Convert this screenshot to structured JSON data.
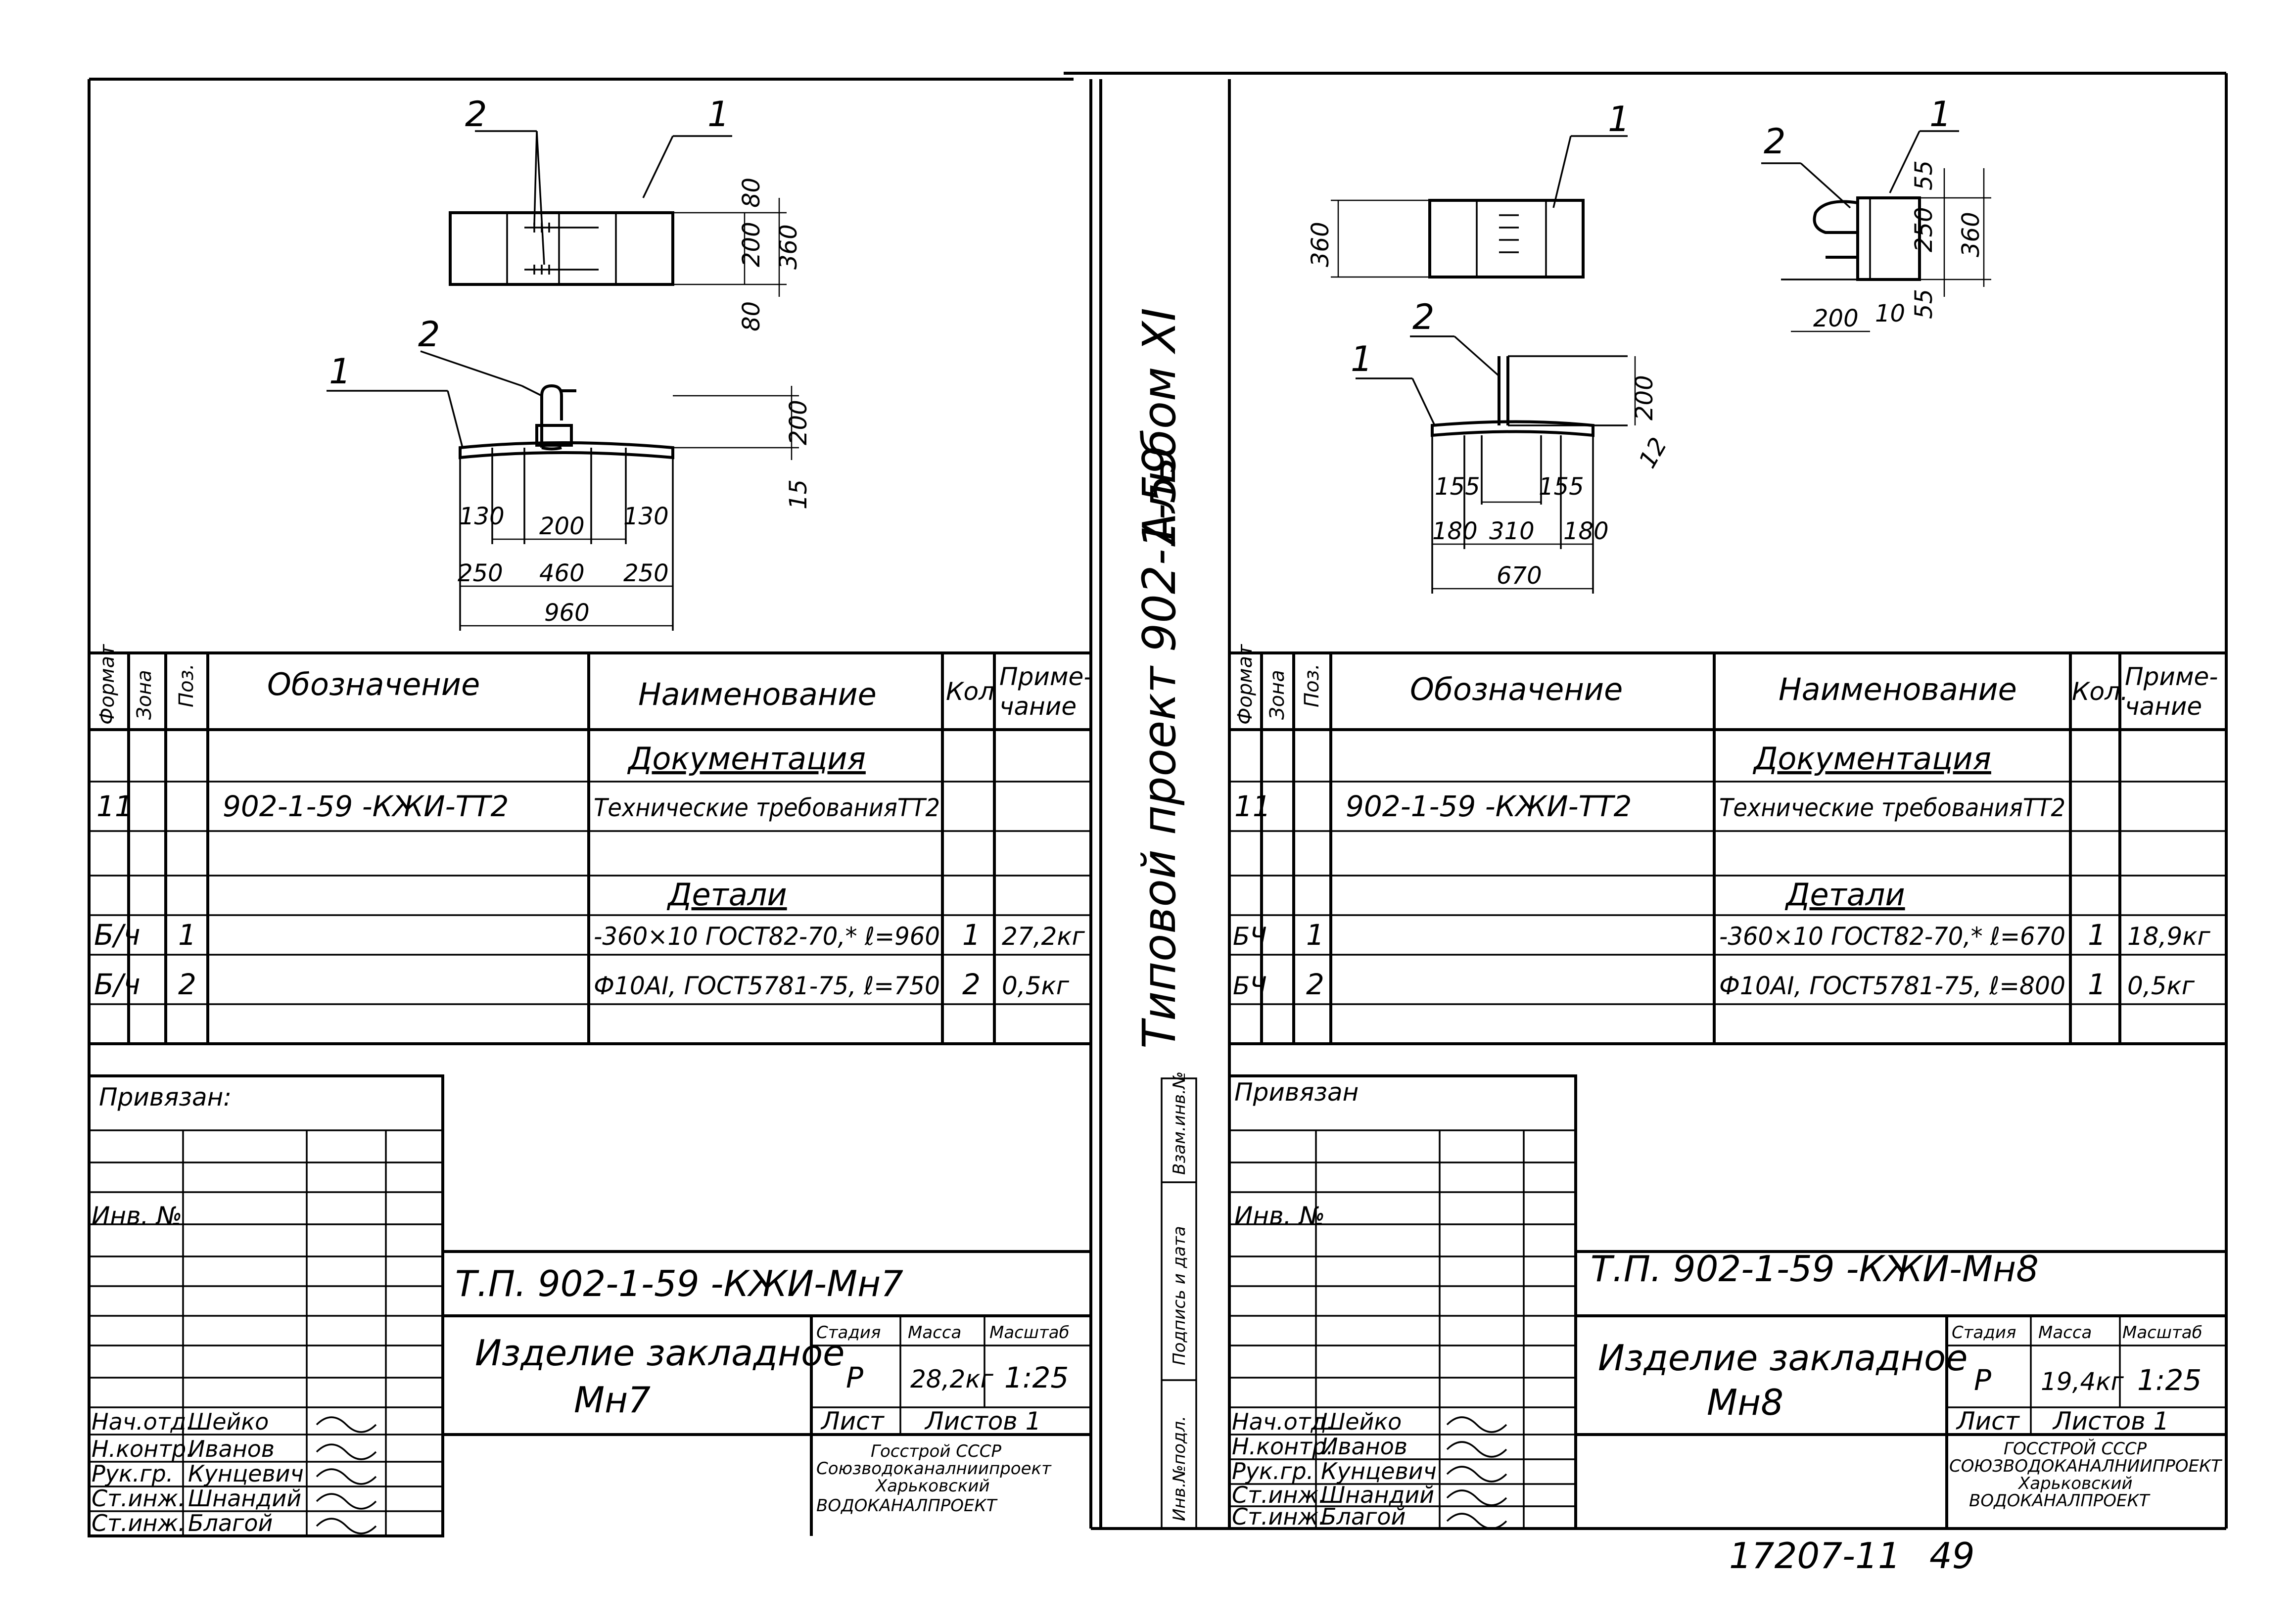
{
  "album": {
    "project_label": "Типовой проект 902-1-59",
    "album_label": "Альбом XI"
  },
  "footer": {
    "doc_number": "17207-11",
    "page": "49"
  },
  "sheets": [
    {
      "drawing": {
        "top_pos": [
          "2",
          "1"
        ],
        "top_dims": [
          "80",
          "200",
          "80",
          "360"
        ],
        "elev_pos": [
          "2",
          "1"
        ],
        "elev_dims": [
          "200",
          "15",
          "130",
          "200",
          "130",
          "250",
          "460",
          "250",
          "960"
        ]
      },
      "spec": {
        "headers": {
          "format": "Формат",
          "zone": "Зона",
          "pos": "Поз.",
          "designation": "Обозначение",
          "name": "Наименование",
          "qty": "Кол",
          "note_1": "Приме-",
          "note_2": "чание"
        },
        "section_docs": "Документация",
        "doc_row": {
          "format": "11",
          "designation": "902-1-59 -КЖИ-ТТ2",
          "name": "Технические требованияТТ2"
        },
        "section_parts": "Детали",
        "rows": [
          {
            "format": "Б/ч",
            "pos": "1",
            "name": "-360×10 ГОСТ82-70,* ℓ=960",
            "qty": "1",
            "note": "27,2кг"
          },
          {
            "format": "Б/ч",
            "pos": "2",
            "name": "Ф10АI, ГОСТ5781-75, ℓ=750",
            "qty": "2",
            "note": "0,5кг"
          }
        ]
      },
      "title_block": {
        "tied": "Привязан:",
        "inv": "Инв. №",
        "code": "Т.П. 902-1-59 -КЖИ-Мн7",
        "product_1": "Изделие закладное",
        "product_2": "Мн7",
        "stage_label": "Стадия",
        "mass_label": "Масса",
        "scale_label": "Масштаб",
        "stage": "Р",
        "mass": "28,2кг",
        "scale": "1:25",
        "sheet_label": "Лист",
        "sheets_label": "Листов 1",
        "org": [
          "Госстрой СССР",
          "Союзводоканалниипроект",
          "Харьковский",
          "ВОДОКАНАЛПРОЕКТ"
        ],
        "staff": [
          {
            "role": "Нач.отд.",
            "name": "Шейко"
          },
          {
            "role": "Н.контр.",
            "name": "Иванов"
          },
          {
            "role": "Рук.гр.",
            "name": "Кунцевич"
          },
          {
            "role": "Ст.инж.",
            "name": "Шнандий"
          },
          {
            "role": "Ст.инж.",
            "name": "Благой"
          }
        ]
      }
    },
    {
      "drawing": {
        "top_pos": [
          "1"
        ],
        "top_dims": [
          "360"
        ],
        "side_pos": [
          "2",
          "1"
        ],
        "side_dims": [
          "55",
          "250",
          "360",
          "55",
          "10",
          "200"
        ],
        "elev_pos": [
          "2",
          "1"
        ],
        "elev_dims": [
          "200",
          "12",
          "155",
          "155",
          "180",
          "310",
          "180",
          "670"
        ]
      },
      "spec": {
        "headers": {
          "format": "Формат",
          "zone": "Зона",
          "pos": "Поз.",
          "designation": "Обозначение",
          "name": "Наименование",
          "qty": "Кол.",
          "note_1": "Приме-",
          "note_2": "чание"
        },
        "section_docs": "Документация",
        "doc_row": {
          "format": "11",
          "designation": "902-1-59 -КЖИ-ТТ2",
          "name": "Технические требованияТТ2"
        },
        "section_parts": "Детали",
        "rows": [
          {
            "format": "БЧ",
            "pos": "1",
            "name": "-360×10 ГОСТ82-70,* ℓ=670",
            "qty": "1",
            "note": "18,9кг"
          },
          {
            "format": "БЧ",
            "pos": "2",
            "name": "Ф10АI, ГОСТ5781-75, ℓ=800",
            "qty": "1",
            "note": "0,5кг"
          }
        ]
      },
      "title_block": {
        "tied": "Привязан",
        "inv": "Инв. №",
        "code": "Т.П. 902-1-59 -КЖИ-Мн8",
        "product_1": "Изделие закладное",
        "product_2": "Мн8",
        "stage_label": "Стадия",
        "mass_label": "Масса",
        "scale_label": "Масштаб",
        "stage": "Р",
        "mass": "19,4кг",
        "scale": "1:25",
        "sheet_label": "Лист",
        "sheets_label": "Листов 1",
        "org": [
          "ГОССТРОЙ СССР",
          "СОЮЗВОДОКАНАЛНИИПРОЕКТ",
          "Харьковский",
          "ВОДОКАНАЛПРОЕКТ"
        ],
        "staff": [
          {
            "role": "Нач.отд.",
            "name": "Шейко"
          },
          {
            "role": "Н.контр.",
            "name": "Иванов"
          },
          {
            "role": "Рук.гр.",
            "name": "Кунцевич"
          },
          {
            "role": "Ст.инж.",
            "name": "Шнандий"
          },
          {
            "role": "Ст.инж.",
            "name": "Благой"
          }
        ]
      }
    }
  ],
  "margin_stamp": {
    "inv_orig": "Инв.№подл.",
    "signature_date": "Подпись и дата",
    "replaced_inv": "Взам.инв.№"
  }
}
